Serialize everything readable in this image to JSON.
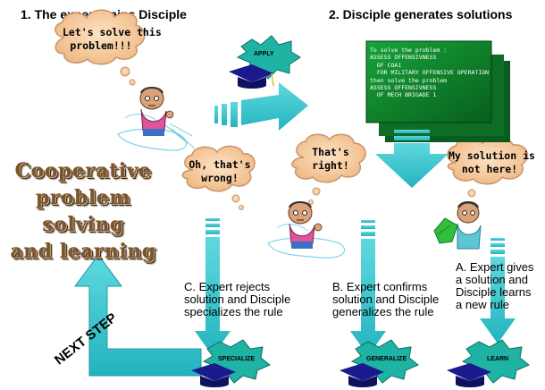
{
  "titles": {
    "step1": "1. The expert trains Disciple",
    "step2": "2. Disciple generates solutions"
  },
  "clouds": {
    "lets_solve": [
      "Let's solve this",
      "problem!!!"
    ],
    "wrong": [
      "Oh, that's",
      "wrong!"
    ],
    "right": [
      "That's",
      "right!"
    ],
    "not_here": [
      "My solution is",
      "not here!"
    ]
  },
  "solution_screen": {
    "lines": [
      "To solve the problem :",
      "ASSESS OFFENSIVNESS",
      "  OF COA1",
      "  FOR MILITARY OFFENSIVE OPERATION",
      "then solve the problem",
      "ASSESS OFFENSIVNESS",
      "  OF MECH BRIGADE 1"
    ]
  },
  "bursts": {
    "apply": "APPLY",
    "specialize": "SPECIALIZE",
    "generalize": "GENERALIZE",
    "learn": "LEARN"
  },
  "center": [
    "Cooperative",
    "problem solving",
    "and learning"
  ],
  "captions": {
    "c": [
      "C. Expert rejects",
      "solution and Disciple",
      "specializes the rule"
    ],
    "b": [
      "B. Expert confirms",
      "solution and Disciple",
      "generalizes the rule"
    ],
    "a": [
      "A. Expert gives",
      "a solution and",
      "Disciple learns",
      "a new rule"
    ]
  },
  "next_step": "NEXT STEP",
  "colors": {
    "arrow": "#3cc7cf",
    "cloud": "#f6c79a",
    "cloud_edge": "#c9946a",
    "screen": "#0e7a2a",
    "burst": "#1fb3a3",
    "cap": "#1a1a8c",
    "coop_text": "#7a5530"
  }
}
